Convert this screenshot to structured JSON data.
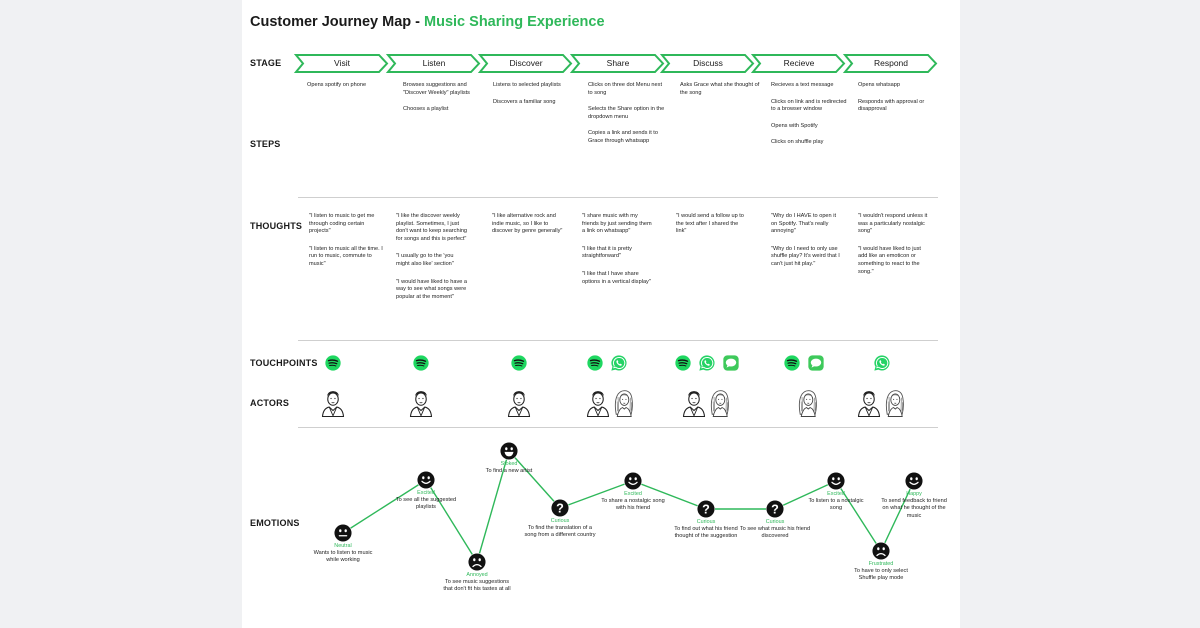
{
  "title": {
    "main": "Customer Journey Map - ",
    "accent": "Music Sharing Experience"
  },
  "row_labels": {
    "stage": "STAGE",
    "steps": "STEPS",
    "thoughts": "THOUGHTS",
    "touchpoints": "TOUCHPOINTS",
    "actors": "ACTORS",
    "emotions": "EMOTIONS"
  },
  "accent_color": "#2fb85a",
  "stages": [
    "Visit",
    "Listen",
    "Discover",
    "Share",
    "Discuss",
    "Recieve",
    "Respond"
  ],
  "steps": [
    [
      "Opens spotify on phone"
    ],
    [
      "Browses suggestions and \"Discover Weekly\" playlists",
      "Chooses a playlist"
    ],
    [
      "Listens to selected playlists",
      "Discovers a familiar song"
    ],
    [
      "Clicks on three dot Menu next to song",
      "Selects the Share option in the dropdown menu",
      "Copies a link and sends it to Grace through whatsapp"
    ],
    [
      "Asks Grace what she thought of the song"
    ],
    [
      "Recieves a text message",
      "Clicks on link and is redirected to a browser window",
      "Opens with Spotify",
      "Clicks on shuffle play"
    ],
    [
      "Opens whatsapp",
      "Responds with approval or disapproval"
    ]
  ],
  "thoughts": [
    [
      "\"I  listen to music to get me through coding certain projects\"",
      "\"I  listen to music all the time. I run to music, commute to music\""
    ],
    [
      "\"I like the discover weekly playlist. Sometimes, I just don't want to keep searching for songs and this is perfect\"",
      "\"I usually go to the 'you might also like' section\"",
      "\"I would have liked to have a way to see what songs were popular at the moment\""
    ],
    [
      "\"I like alternative rock and indie music, so I like to discover by genre generally\""
    ],
    [
      "\"I share music with my friends by just sending them a link on whatsapp\"",
      "\"I like that it is pretty straightforward\"",
      "\"I like that I have share options in a vertical display\""
    ],
    [
      "\"I would send a follow up to the text after I shared the link\""
    ],
    [
      "\"Why do I HAVE to open it on Spotify. That's really annoying\"",
      "\"Why do I need to only use shuffle play? It's weird that I can't just hit play.\""
    ],
    [
      "\"I wouldn't respond unless it was a particularly nostalgic song\"",
      "\"I would have liked to just add like an emoticon or something to react to the song.\""
    ]
  ],
  "touchpoints": [
    [
      "spotify-icon"
    ],
    [
      "spotify-icon"
    ],
    [
      "spotify-icon"
    ],
    [
      "spotify-icon",
      "whatsapp-icon"
    ],
    [
      "spotify-icon",
      "whatsapp-icon",
      "messages-icon"
    ],
    [
      "spotify-icon",
      "messages-icon"
    ],
    [
      "whatsapp-icon"
    ]
  ],
  "actors": [
    [
      "man-avatar-icon"
    ],
    [
      "man-avatar-icon"
    ],
    [
      "man-avatar-icon"
    ],
    [
      "man-avatar-icon",
      "woman-avatar-icon"
    ],
    [
      "man-avatar-icon",
      "woman-avatar-icon"
    ],
    [
      "woman-avatar-icon"
    ],
    [
      "man-avatar-icon",
      "woman-avatar-icon"
    ]
  ],
  "emotions": [
    {
      "face": "neutral-face-icon",
      "name": "Neutral",
      "desc": "Wants to listen to music while working"
    },
    {
      "face": "smile-face-icon",
      "name": "Excited",
      "desc": "To see all the suggested playlists"
    },
    {
      "face": "sad-face-icon",
      "name": "Annoyed",
      "desc": "To see music suggestions that don't fit his tastes at all"
    },
    {
      "face": "grin-face-icon",
      "name": "Stoked",
      "desc": "To find a new artist"
    },
    {
      "face": "question-face-icon",
      "name": "Curious",
      "desc": "To find the translation of a song from a different country"
    },
    {
      "face": "smile-face-icon",
      "name": "Excited",
      "desc": "To share a nostalgic song with his friend"
    },
    {
      "face": "question-face-icon",
      "name": "Curious",
      "desc": "To find out what his friend thought of the suggestion"
    },
    {
      "face": "question-face-icon",
      "name": "Curious",
      "desc": "To see what music his friend discovered"
    },
    {
      "face": "smile-face-icon",
      "name": "Excited",
      "desc": "To listen to a nostalgic song"
    },
    {
      "face": "sad-face-icon",
      "name": "Frustrated",
      "desc": "To have to only select Shuffle play mode"
    },
    {
      "face": "smile-face-icon",
      "name": "Happy",
      "desc": "To send feedback to friend on what he thought of the music"
    }
  ]
}
